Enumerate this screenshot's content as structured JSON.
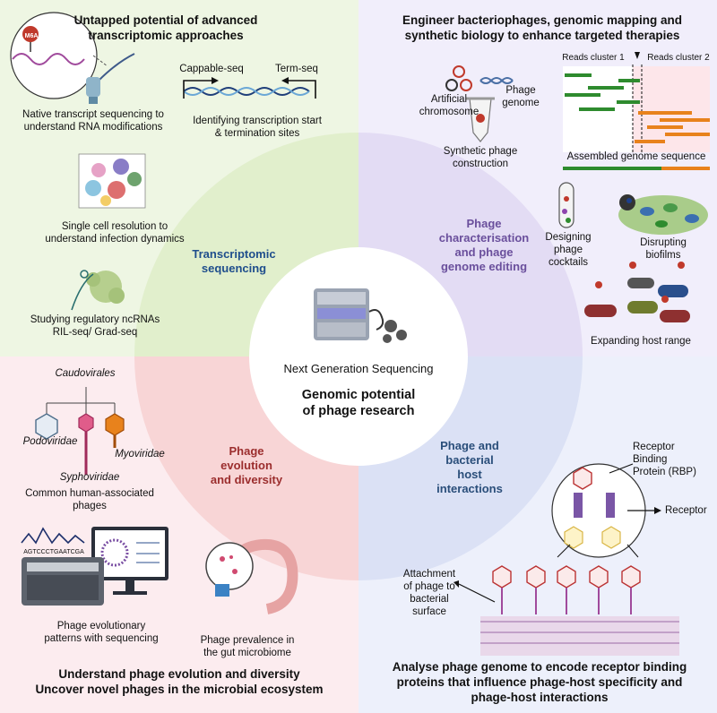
{
  "quadrants": {
    "top_left": {
      "heading_line1": "Untapped potential of advanced",
      "heading_line2": "transcriptomic approaches",
      "m6a_label": "M6A",
      "native_line1": "Native transcript sequencing to",
      "native_line2": "understand RNA modifications",
      "cappable_label": "Cappable-seq",
      "termseq_label": "Term-seq",
      "identify_line1": "Identifying transcription start",
      "identify_line2": "& termination sites",
      "single_line1": "Single cell resolution to",
      "single_line2": "understand infection dynamics",
      "ncrna_line1": "Studying regulatory ncRNAs",
      "ncrna_line2": "RIL-seq/ Grad-seq"
    },
    "top_right": {
      "heading_line1": "Engineer bacteriophages, genomic mapping and",
      "heading_line2": "synthetic biology to enhance targeted  therapies",
      "artificial_line1": "Artificial",
      "artificial_line2": "chromosome",
      "phage_genome_line1": "Phage",
      "phage_genome_line2": "genome",
      "synthetic_line1": "Synthetic phage",
      "synthetic_line2": "construction",
      "reads1": "Reads cluster 1",
      "reads2": "Reads cluster 2",
      "assembled": "Assembled genome sequence",
      "cocktails_line1": "Designing",
      "cocktails_line2": "phage",
      "cocktails_line3": "cocktails",
      "biofilm_line1": "Disrupting",
      "biofilm_line2": "biofilms",
      "host_range": "Expanding host range"
    },
    "bottom_left": {
      "caudovirales": "Caudovirales",
      "podoviridae": "Podoviridae",
      "myoviridae": "Myoviridae",
      "syphoviridae": "Syphoviridae",
      "common_line1": "Common human-associated",
      "common_line2": "phages",
      "sequence_text": "AGTCCCTGAATCGA",
      "evol_line1": "Phage evolutionary",
      "evol_line2": "patterns with sequencing",
      "gut_line1": "Phage prevalence in",
      "gut_line2": "the gut microbiome",
      "heading_line1": "Understand phage evolution and diversity",
      "heading_line2": "Uncover novel phages in the microbial ecosystem"
    },
    "bottom_right": {
      "rbp_line1": "Receptor",
      "rbp_line2": "Binding",
      "rbp_line3": "Protein (RBP)",
      "receptor": "Receptor",
      "attach_line1": "Attachment",
      "attach_line2": "of phage to",
      "attach_line3": "bacterial",
      "attach_line4": "surface",
      "heading_line1": "Analyse phage genome to encode receptor binding",
      "heading_line2": "proteins that influence phage-host specificity and",
      "heading_line3": "phage-host interactions"
    }
  },
  "ring": {
    "transcriptomic_line1": "Transcriptomic",
    "transcriptomic_line2": "sequencing",
    "characterisation_line1": "Phage",
    "characterisation_line2": "characterisation",
    "characterisation_line3": "and phage",
    "characterisation_line4": "genome editing",
    "evolution_line1": "Phage",
    "evolution_line2": "evolution",
    "evolution_line3": "and diversity",
    "interactions_line1": "Phage and",
    "interactions_line2": "bacterial",
    "interactions_line3": "host",
    "interactions_line4": "interactions"
  },
  "center": {
    "subtitle": "Next Generation Sequencing",
    "title_line1": "Genomic potential",
    "title_line2": "of phage research"
  },
  "colors": {
    "transcriptomic": "#1f4e8c",
    "characterisation": "#6a4f9c",
    "evolution": "#9b2d2d",
    "interactions": "#2a4e7a"
  }
}
